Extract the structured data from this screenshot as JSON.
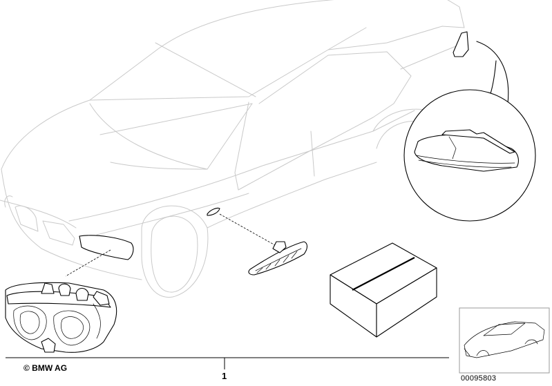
{
  "footer": {
    "copyright": "© BMW AG",
    "part_number": "1",
    "reference_code": "00095803"
  },
  "parts": [
    {
      "name": "headlight",
      "icon": "headlight-assembly"
    },
    {
      "name": "side-marker-light",
      "icon": "side-marker-light"
    },
    {
      "name": "rear-light",
      "icon": "rear-light"
    },
    {
      "name": "kit-box",
      "icon": "box"
    }
  ]
}
